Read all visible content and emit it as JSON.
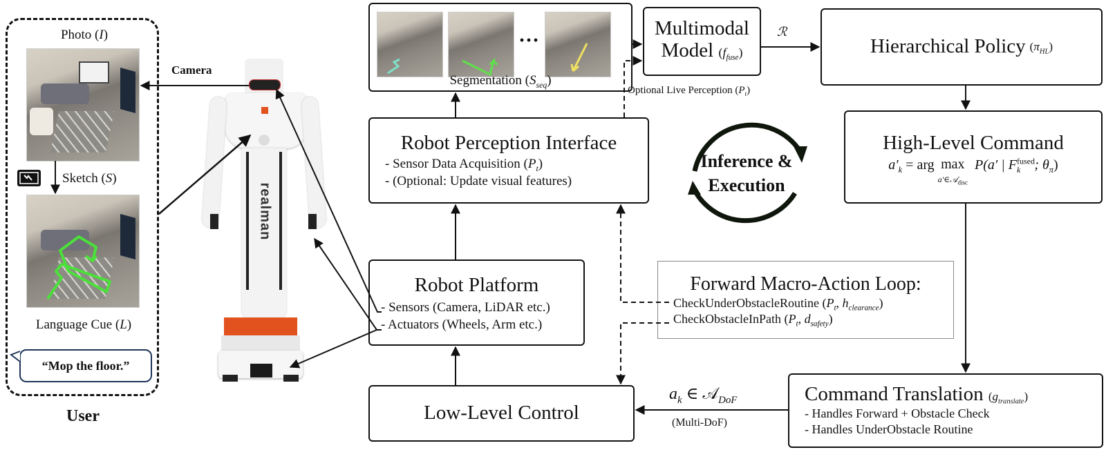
{
  "user_panel": {
    "photo_label": "Photo (",
    "photo_var": "I",
    "sketch_label": "Sketch (",
    "sketch_var": "S",
    "language_label": "Language Cue (",
    "language_var": "L",
    "close_paren": ")",
    "speech": "“Mop the floor.”",
    "caption": "User",
    "sketch_icon": "tablet-sketch-icon"
  },
  "robot": {
    "camera_label": "Camera",
    "brand_text": "realman",
    "accent_color": "#e2521f"
  },
  "segmentation": {
    "label": "Segmentation (",
    "var": "S",
    "var_sub": "seq",
    "ellipsis": "···",
    "frames": [
      {
        "stroke_color": "#7ee0c8"
      },
      {
        "stroke_color": "#5fe04a"
      },
      {
        "stroke_color": "#f0e060"
      }
    ]
  },
  "multimodal": {
    "line1": "Multimodal",
    "line2": "Model",
    "var": "f",
    "var_sub": "fuse",
    "out_label": "ℛ"
  },
  "optional_live": {
    "label": "Optional Live Perception (",
    "var": "P",
    "var_sub": "t"
  },
  "hierarchical": {
    "title": "Hierarchical Policy",
    "var": "π",
    "var_sub": "HL"
  },
  "perception_interface": {
    "title": "Robot Perception Interface",
    "items": [
      {
        "text": "- Sensor Data Acquisition (",
        "var": "P",
        "var_sub": "t",
        "tail": ")"
      },
      {
        "text": "- (Optional: Update visual features)",
        "var": "",
        "var_sub": "",
        "tail": ""
      }
    ]
  },
  "loop": {
    "line1": "Inference &",
    "line2": "Execution"
  },
  "high_level": {
    "title": "High-Level Command",
    "formula_lhs": "a′",
    "formula_lhs_sub": "k",
    "formula_eq": " = arg ",
    "formula_max": "max",
    "formula_max_sub": "a′∈𝒜",
    "formula_max_sub2": "disc",
    "formula_rhs": "P(a′ | F",
    "formula_rhs_sup": "fused",
    "formula_rhs_sub": "k",
    "formula_rhs_tail": "; θ",
    "formula_rhs_tail_sub": "π",
    "formula_close": ")"
  },
  "robot_platform": {
    "title": "Robot Platform",
    "items": [
      "- Sensors (Camera, LiDAR etc.)",
      "- Actuators (Wheels, Arm etc.)"
    ]
  },
  "macro_loop": {
    "title": "Forward Macro-Action Loop:",
    "items": [
      {
        "text": "CheckUnderObstacleRoutine (",
        "v1": "P",
        "v1_sub": "t",
        "v2": "h",
        "v2_sub": "clearance"
      },
      {
        "text": "CheckObstacleInPath (",
        "v1": "P",
        "v1_sub": "t",
        "v2": "d",
        "v2_sub": "safety"
      }
    ]
  },
  "low_level": {
    "title": "Low-Level Control",
    "arrow_label": "a",
    "arrow_label_sub": "k",
    "arrow_label_in": " ∈ 𝒜",
    "arrow_label_set_sub": "DoF",
    "arrow_caption": "(Multi-DoF)"
  },
  "command_translation": {
    "title": "Command Translation",
    "var": "g",
    "var_sub": "translate",
    "items": [
      "- Handles Forward + Obstacle Check",
      "- Handles UnderObstacle Routine"
    ]
  }
}
